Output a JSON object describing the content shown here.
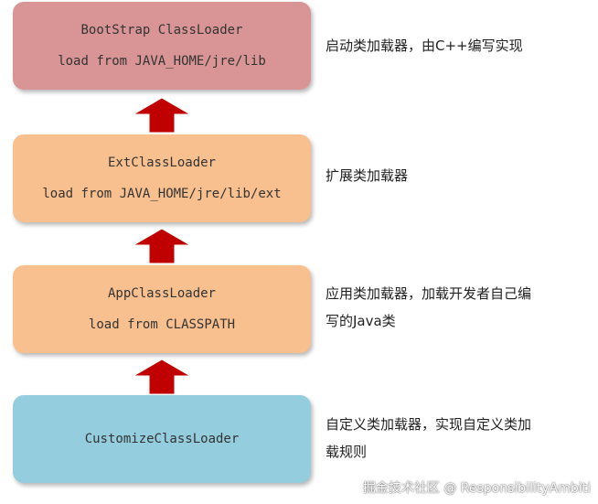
{
  "loaders": [
    {
      "name": "BootStrap ClassLoader",
      "path": "load from JAVA_HOME/jre/lib",
      "color": "#d99595",
      "description": "启动类加载器，由C++编写实现"
    },
    {
      "name": "ExtClassLoader",
      "path": "load from JAVA_HOME/jre/lib/ext",
      "color": "#f9c08f",
      "description": "扩展类加载器"
    },
    {
      "name": "AppClassLoader",
      "path": "load from CLASSPATH",
      "color": "#f9c08f",
      "description_line1": "应用类加载器，加载开发者自己编",
      "description_line2": "写的Java类"
    },
    {
      "name": "CustomizeClassLoader",
      "color": "#94cddd",
      "description_line1": "自定义类加载器，实现自定义类加",
      "description_line2": "载规则"
    }
  ],
  "arrow_color": "#c00000",
  "watermark": "掘金技术社区 @ ResponsibilityAmbiti"
}
